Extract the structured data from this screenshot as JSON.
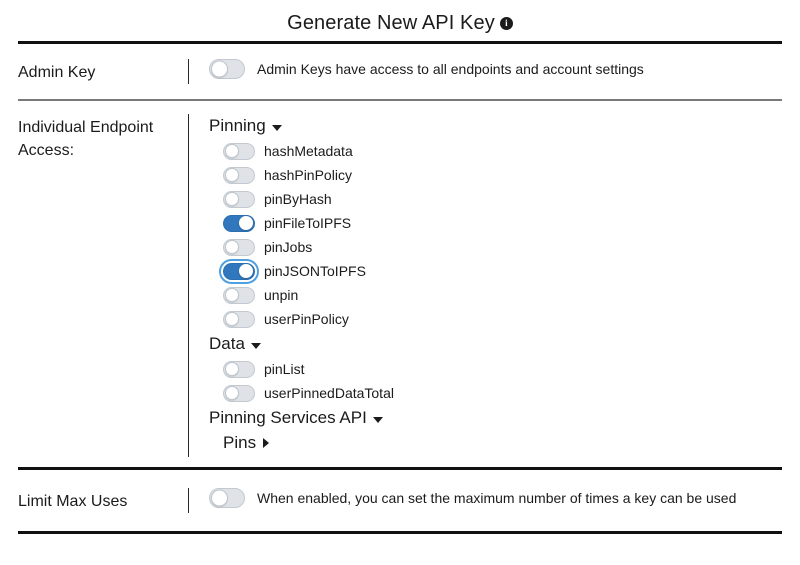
{
  "header": {
    "title": "Generate New API Key",
    "info_icon": "info-icon",
    "info_glyph": "i"
  },
  "admin_key": {
    "label": "Admin Key",
    "description": "Admin Keys have access to all endpoints and account settings",
    "enabled": false
  },
  "endpoint_access": {
    "label": "Individual Endpoint Access:",
    "groups": [
      {
        "name": "Pinning",
        "expanded": true,
        "caret": "chevron-down-icon",
        "endpoints": [
          {
            "name": "hashMetadata",
            "enabled": false,
            "focused": false
          },
          {
            "name": "hashPinPolicy",
            "enabled": false,
            "focused": false
          },
          {
            "name": "pinByHash",
            "enabled": false,
            "focused": false
          },
          {
            "name": "pinFileToIPFS",
            "enabled": true,
            "focused": false
          },
          {
            "name": "pinJobs",
            "enabled": false,
            "focused": false
          },
          {
            "name": "pinJSONToIPFS",
            "enabled": true,
            "focused": true
          },
          {
            "name": "unpin",
            "enabled": false,
            "focused": false
          },
          {
            "name": "userPinPolicy",
            "enabled": false,
            "focused": false
          }
        ]
      },
      {
        "name": "Data",
        "expanded": true,
        "caret": "chevron-down-icon",
        "endpoints": [
          {
            "name": "pinList",
            "enabled": false,
            "focused": false
          },
          {
            "name": "userPinnedDataTotal",
            "enabled": false,
            "focused": false
          }
        ]
      },
      {
        "name": "Pinning Services API",
        "expanded": true,
        "caret": "chevron-down-icon",
        "subgroups": [
          {
            "name": "Pins",
            "expanded": false,
            "caret": "chevron-right-icon"
          }
        ],
        "endpoints": []
      }
    ]
  },
  "limit_max_uses": {
    "label": "Limit Max Uses",
    "description": "When enabled, you can set the maximum number of times a key can be used",
    "enabled": false
  },
  "colors": {
    "toggle_on": "#3077be",
    "toggle_off_track": "#dfe3e8",
    "focus_ring": "#4e9fe0",
    "rule_dark": "#111111",
    "rule_gray": "#7a7a7a",
    "text": "#1b1b1b"
  }
}
